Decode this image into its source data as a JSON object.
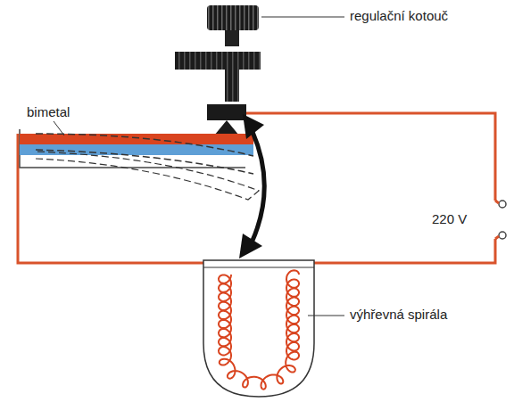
{
  "diagram": {
    "labels": [
      "regulační kotouč",
      "bimetal",
      "220 V",
      "výhřevná spirála"
    ]
  }
}
